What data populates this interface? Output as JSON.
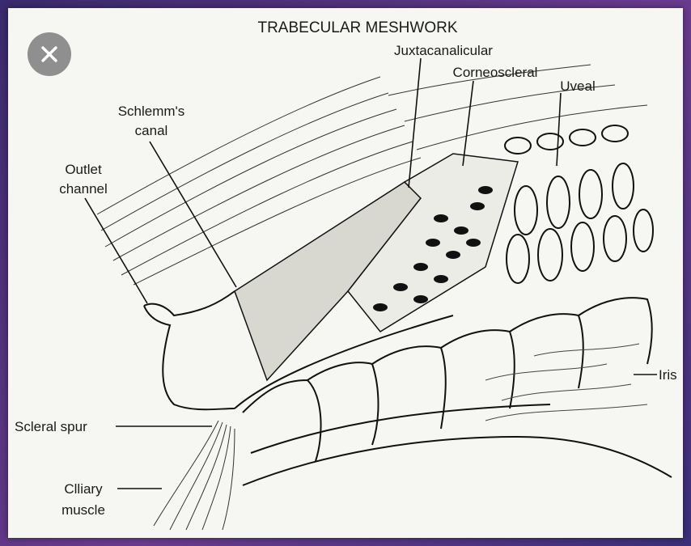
{
  "figure": {
    "title": "TRABECULAR MESHWORK",
    "labels": {
      "juxtacanalicular": "Juxtacanalicular",
      "corneoscleral": "Corneoscleral",
      "uveal": "Uveal",
      "schlemms_line1": "Schlemm's",
      "schlemms_line2": "canal",
      "outlet_line1": "Outlet",
      "outlet_line2": "channel",
      "scleral_spur": "Scleral spur",
      "iris": "Iris",
      "ciliary_line1": "Clliary",
      "ciliary_line2": "muscle"
    }
  },
  "viewer": {
    "close_icon": "close-icon"
  },
  "colors": {
    "ink": "#1a1a1a",
    "paper": "#f6f6f2",
    "close_button": "#8f8f8f"
  }
}
